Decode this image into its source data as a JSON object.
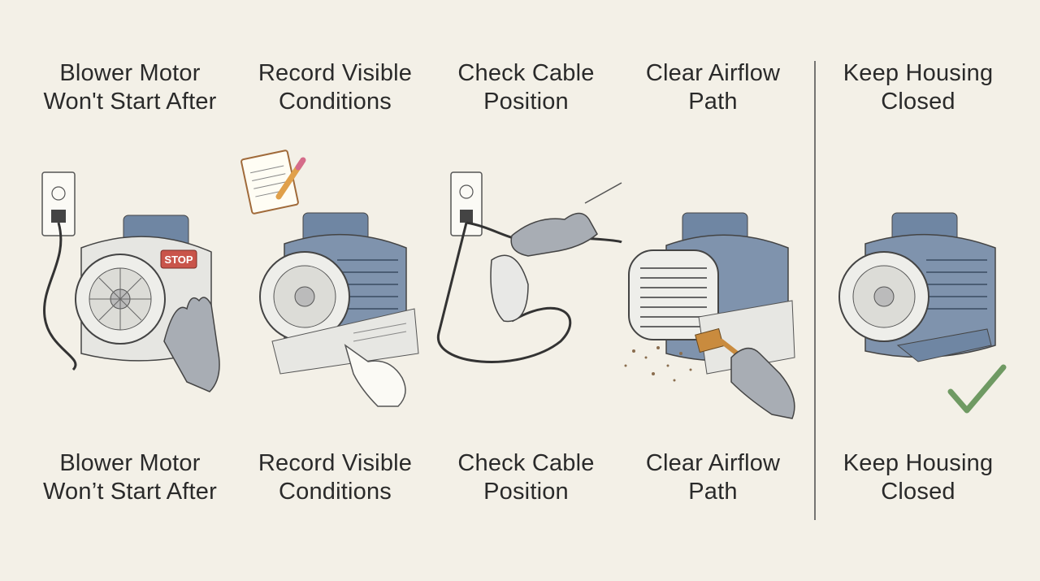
{
  "steps": [
    {
      "title": "Blower Motor\nWon't Start After",
      "caption": "Blower Motor\nWon’t Start After",
      "sign": "STOP"
    },
    {
      "title": "Record Visible\nConditions",
      "caption": "Record Visible\nConditions"
    },
    {
      "title": "Check Cable\nPosition",
      "caption": "Check Cable\nPosition"
    },
    {
      "title": "Clear Airflow\nPath",
      "caption": "Clear Airflow\nPath"
    },
    {
      "title": "Keep Housing\nClosed",
      "caption": "Keep Housing\nClosed"
    }
  ],
  "colors": {
    "background": "#f3f0e7",
    "motor_blue": "#6f86a3",
    "glove": "#a8adb4",
    "check": "#6f9a63",
    "stop": "#c9544a"
  }
}
